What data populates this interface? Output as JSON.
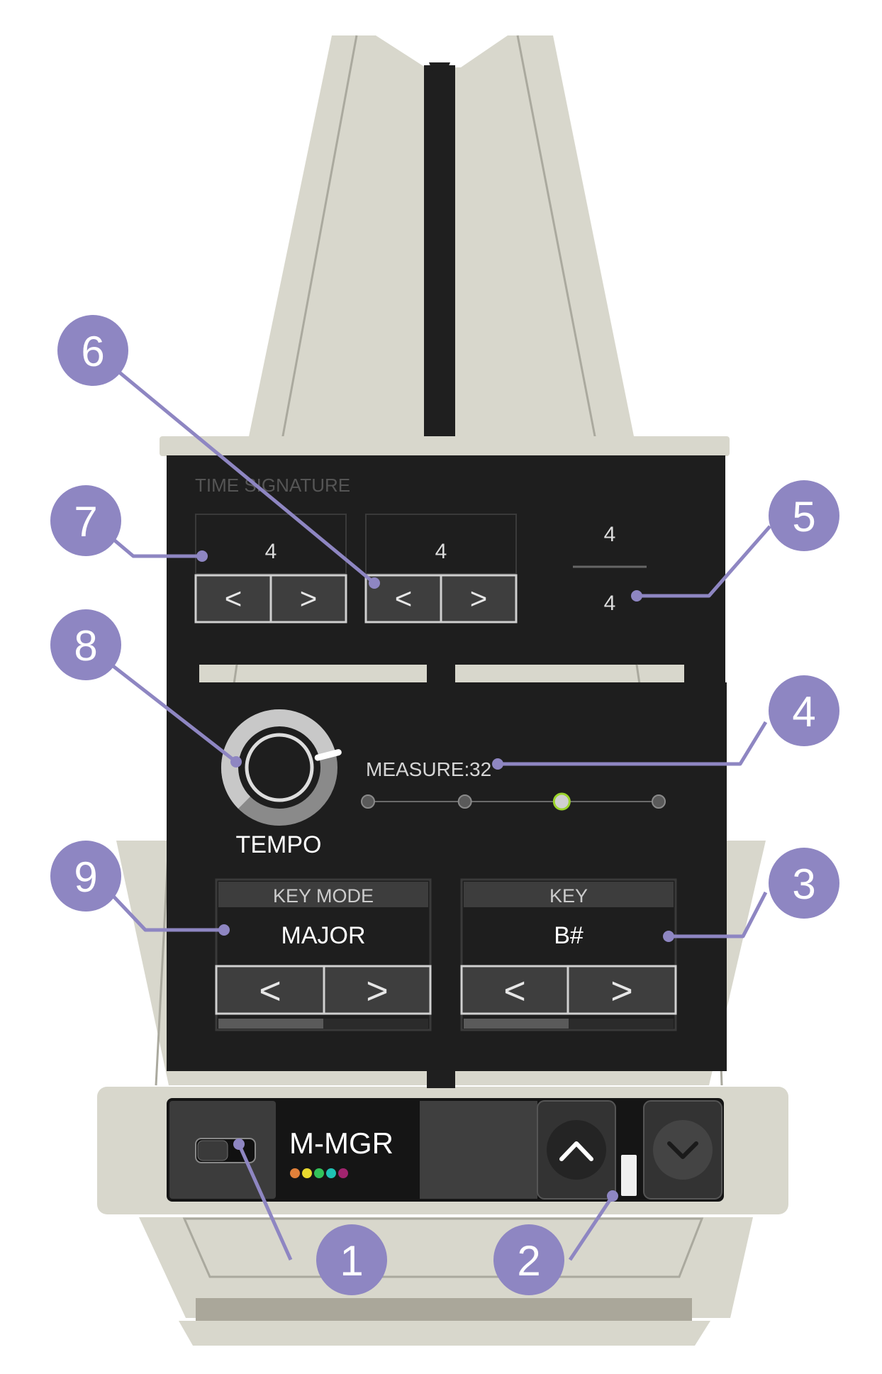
{
  "time_signature": {
    "title": "TIME SIGNATURE",
    "numerator_value": "4",
    "denominator_value": "4",
    "display_top": "4",
    "display_bottom": "4",
    "prev_glyph": "<",
    "next_glyph": ">"
  },
  "tempo": {
    "label": "TEMPO",
    "level": 0.78
  },
  "measure": {
    "label": "MEASURE:",
    "value": "32",
    "steps": 4,
    "selected_step": 3
  },
  "key_mode": {
    "header": "KEY MODE",
    "value": "MAJOR",
    "prev_glyph": "<",
    "next_glyph": ">",
    "progress": 0.5
  },
  "key": {
    "header": "KEY",
    "value": "B#",
    "prev_glyph": "<",
    "next_glyph": ">",
    "progress": 0.5
  },
  "module": {
    "name": "M-MGR",
    "dot_colors": [
      "#e0803a",
      "#e8d92e",
      "#33c25a",
      "#1fc1b4",
      "#a0246e"
    ],
    "up_icon": "chevron-up-icon",
    "down_icon": "chevron-down-icon",
    "toggle_icon": "toggle-switch-icon"
  },
  "callouts": {
    "color": "#8e86c2",
    "labels": [
      "1",
      "2",
      "3",
      "4",
      "5",
      "6",
      "7",
      "8",
      "9"
    ]
  }
}
